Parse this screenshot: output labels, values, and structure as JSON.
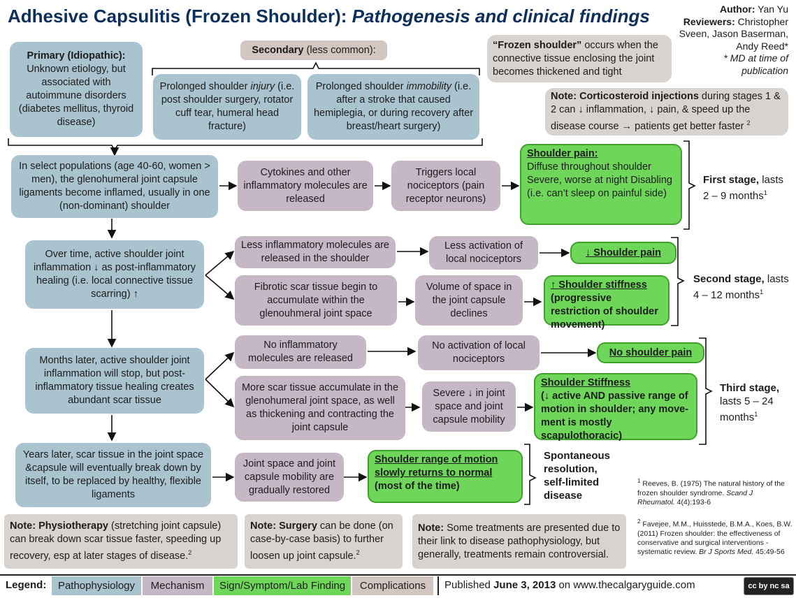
{
  "title": {
    "main": "Adhesive Capsulitis (Frozen Shoulder):",
    "sub": "Pathogenesis and clinical findings"
  },
  "credits": {
    "author_label": "Author:",
    "author": "Yan Yu",
    "reviewers_label": "Reviewers:",
    "reviewers_1": "Christopher",
    "reviewers_2": "Sveen, Jason Baserman,",
    "reviewers_3": "Andy Reed*",
    "md_note_1": "* MD at time of",
    "md_note_2": "publication"
  },
  "primary": {
    "head": "Primary (Idiopathic):",
    "body": "Unknown etiology, but associated with autoimmune disorders (diabetes mellitus, thyroid disease)"
  },
  "secondary": {
    "head": "Secondary",
    "tail": "(less common):"
  },
  "injury": {
    "a": "Prolonged shoulder ",
    "b": "injury",
    "c": "(i.e. post shoulder surgery, rotator cuff tear, humeral head fracture)"
  },
  "immobility": {
    "a": "Prolonged shoulder ",
    "b": "immobility",
    "c": "(i.e. after a stroke that caused hemiplegia, or during recovery after breast/heart surgery)"
  },
  "definition": {
    "bold": "“Frozen shoulder”",
    "rest": " occurs when the connective tissue enclosing the joint becomes thickened and tight"
  },
  "steroid_note": {
    "bold": "Note: Corticosteroid injections",
    "rest": " during stages 1 & 2 can ↓ inflammation, ↓ pain, & speed up the disease course → patients get better faster ",
    "ref": "2"
  },
  "row1": {
    "patho": "In select populations (age 40-60, women > men), the glenohumeral joint capsule ligaments become inflamed, usually in one (non-dominant) shoulder",
    "mech1": "Cytokines and other inflammatory molecules are released",
    "mech2": "Triggers local nociceptors (pain receptor neurons)",
    "sign_head": "Shoulder pain:",
    "sign_body": "Diffuse throughout shoulder Severe, worse at night Disabling (i.e. can’t sleep on painful side)"
  },
  "row2": {
    "patho": "Over time, active shoulder joint inflammation ↓ as post-inflammatory healing (i.e. local connective tissue scarring) ↑",
    "mech_a1": "Less inflammatory molecules are released in the shoulder",
    "mech_a2": "Less activation of local nociceptors",
    "sign_a": "↓ Shoulder pain",
    "mech_b1": "Fibrotic scar tissue begin to accumulate within the glenouhmeral joint space",
    "mech_b2": "Volume of space in the joint capsule declines",
    "sign_b_head": "↑ Shoulder stiffness",
    "sign_b_body": "(progressive restriction of shoulder movement)"
  },
  "row3": {
    "patho": "Months later, active shoulder joint inflammation will stop, but post-inflammatory tissue healing creates abundant scar tissue",
    "mech_a1": "No inflammatory molecules are released",
    "mech_a2": "No activation of local nociceptors",
    "sign_a": "No shoulder pain",
    "mech_b1": "More scar tissue accumulate in the glenohumeral joint  space, as well as thickening and contracting the joint capsule",
    "mech_b2": "Severe ↓ in joint space and joint capsule mobility",
    "sign_b_head": "Shoulder Stiffness",
    "sign_b_body": "(↓ active AND passive range of motion in shoulder; any move-ment is mostly scapulothoracic)"
  },
  "row4": {
    "patho": "Years later, scar tissue in the joint space &capsule will eventually break down by itself, to be replaced by healthy, flexible ligaments",
    "mech": "Joint space and joint capsule mobility are gradually restored",
    "sign_head": "Shoulder range of motion slowly returns to normal",
    "sign_body": "(most of the time)"
  },
  "stages": {
    "s1_bold": "First stage,",
    "s1_rest": " lasts 2 – 9 months",
    "s1_ref": "1",
    "s2_bold": "Second stage,",
    "s2_rest": " lasts 4 – 12 months",
    "s2_ref": "1",
    "s3_bold": "Third stage,",
    "s3_rest": " lasts 5 – 24 months",
    "s3_ref": "1",
    "resolution": "Spontaneous resolution, self-limited disease"
  },
  "references": {
    "r1": "Reeves, B. (1975) The natural history of the frozen shoulder syndrome. ",
    "r1_j": "Scand J Rheumatol.",
    "r1_tail": " 4(4):193-6",
    "r2": "Favejee, M.M., Huisstede, B.M.A., Koes, B.W. (2011) Frozen shoulder: the effectiveness of conservative and surgical interventions - systematic review. ",
    "r2_j": "Br J Sports Med.",
    "r2_tail": " 45:49-56"
  },
  "notes": {
    "physio_bold": "Note: Physiotherapy",
    "physio_rest": " (stretching joint capsule) can break down scar tissue faster, speeding up recovery, esp at later stages of disease.",
    "physio_ref": "2",
    "surgery_bold": "Note: Surgery",
    "surgery_rest": " can be done (on case-by-case basis) to further loosen up joint capsule.",
    "surgery_ref": "2",
    "treat_bold": "Note:",
    "treat_rest": " Some treatments are presented due to their link to disease pathophysiology, but generally, treatments remain controversial."
  },
  "legend": {
    "label": "Legend:",
    "items": [
      "Pathophysiology",
      "Mechanism",
      "Sign/Symptom/Lab Finding",
      "Complications"
    ],
    "published_a": "Published ",
    "published_date": "June 3, 2013",
    "published_b": " on www.thecalgaryguide.com",
    "license": "cc by nc sa"
  },
  "colors": {
    "pathophysiology": "#a9c3cf",
    "mechanism": "#c6b7c6",
    "sign": "#6ed75a",
    "complications": "#d1c6c0",
    "title": "#0d2f5c"
  }
}
